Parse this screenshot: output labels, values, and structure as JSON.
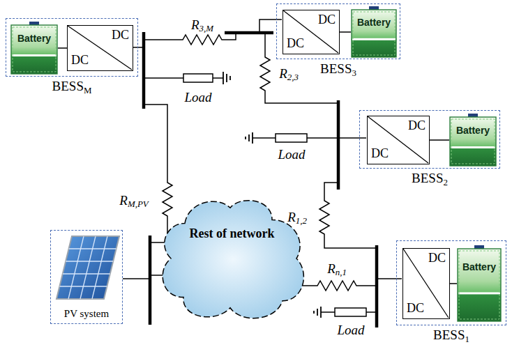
{
  "diagram": {
    "nodes": [
      {
        "text": [
          "BESSM"
        ]
      },
      {
        "text": [
          "Battery"
        ],
        "in": 0
      },
      {
        "text": [
          "DC",
          "DC"
        ],
        "in": 0
      },
      {
        "text": [
          "BESS3"
        ]
      },
      {
        "text": [
          "DC",
          "DC"
        ],
        "in": 3
      },
      {
        "text": [
          "Battery"
        ],
        "in": 3
      },
      {
        "text": [
          "BESS2"
        ]
      },
      {
        "text": [
          "DC",
          "DC"
        ],
        "in": 6
      },
      {
        "text": [
          "Battery"
        ],
        "in": 6
      },
      {
        "text": [
          "Rest of network"
        ]
      },
      {
        "text": [
          "PV system"
        ]
      },
      {
        "text": [
          "BESS1"
        ]
      },
      {
        "text": [
          "DC",
          "DC"
        ],
        "in": 11
      },
      {
        "text": [
          "Battery"
        ],
        "in": 11
      }
    ],
    "edges": [
      {
        "from": 1,
        "to": 2,
        "arrow": "none"
      },
      {
        "from": 4,
        "to": 5,
        "arrow": "none"
      },
      {
        "from": 7,
        "to": 8,
        "arrow": "none"
      },
      {
        "from": 12,
        "to": 13,
        "arrow": "none"
      }
    ],
    "labels": [
      "R3,M",
      "Load",
      "R2,3",
      "Load",
      "R1,2",
      "RM,PV",
      "Rn,1",
      "Load"
    ]
  }
}
